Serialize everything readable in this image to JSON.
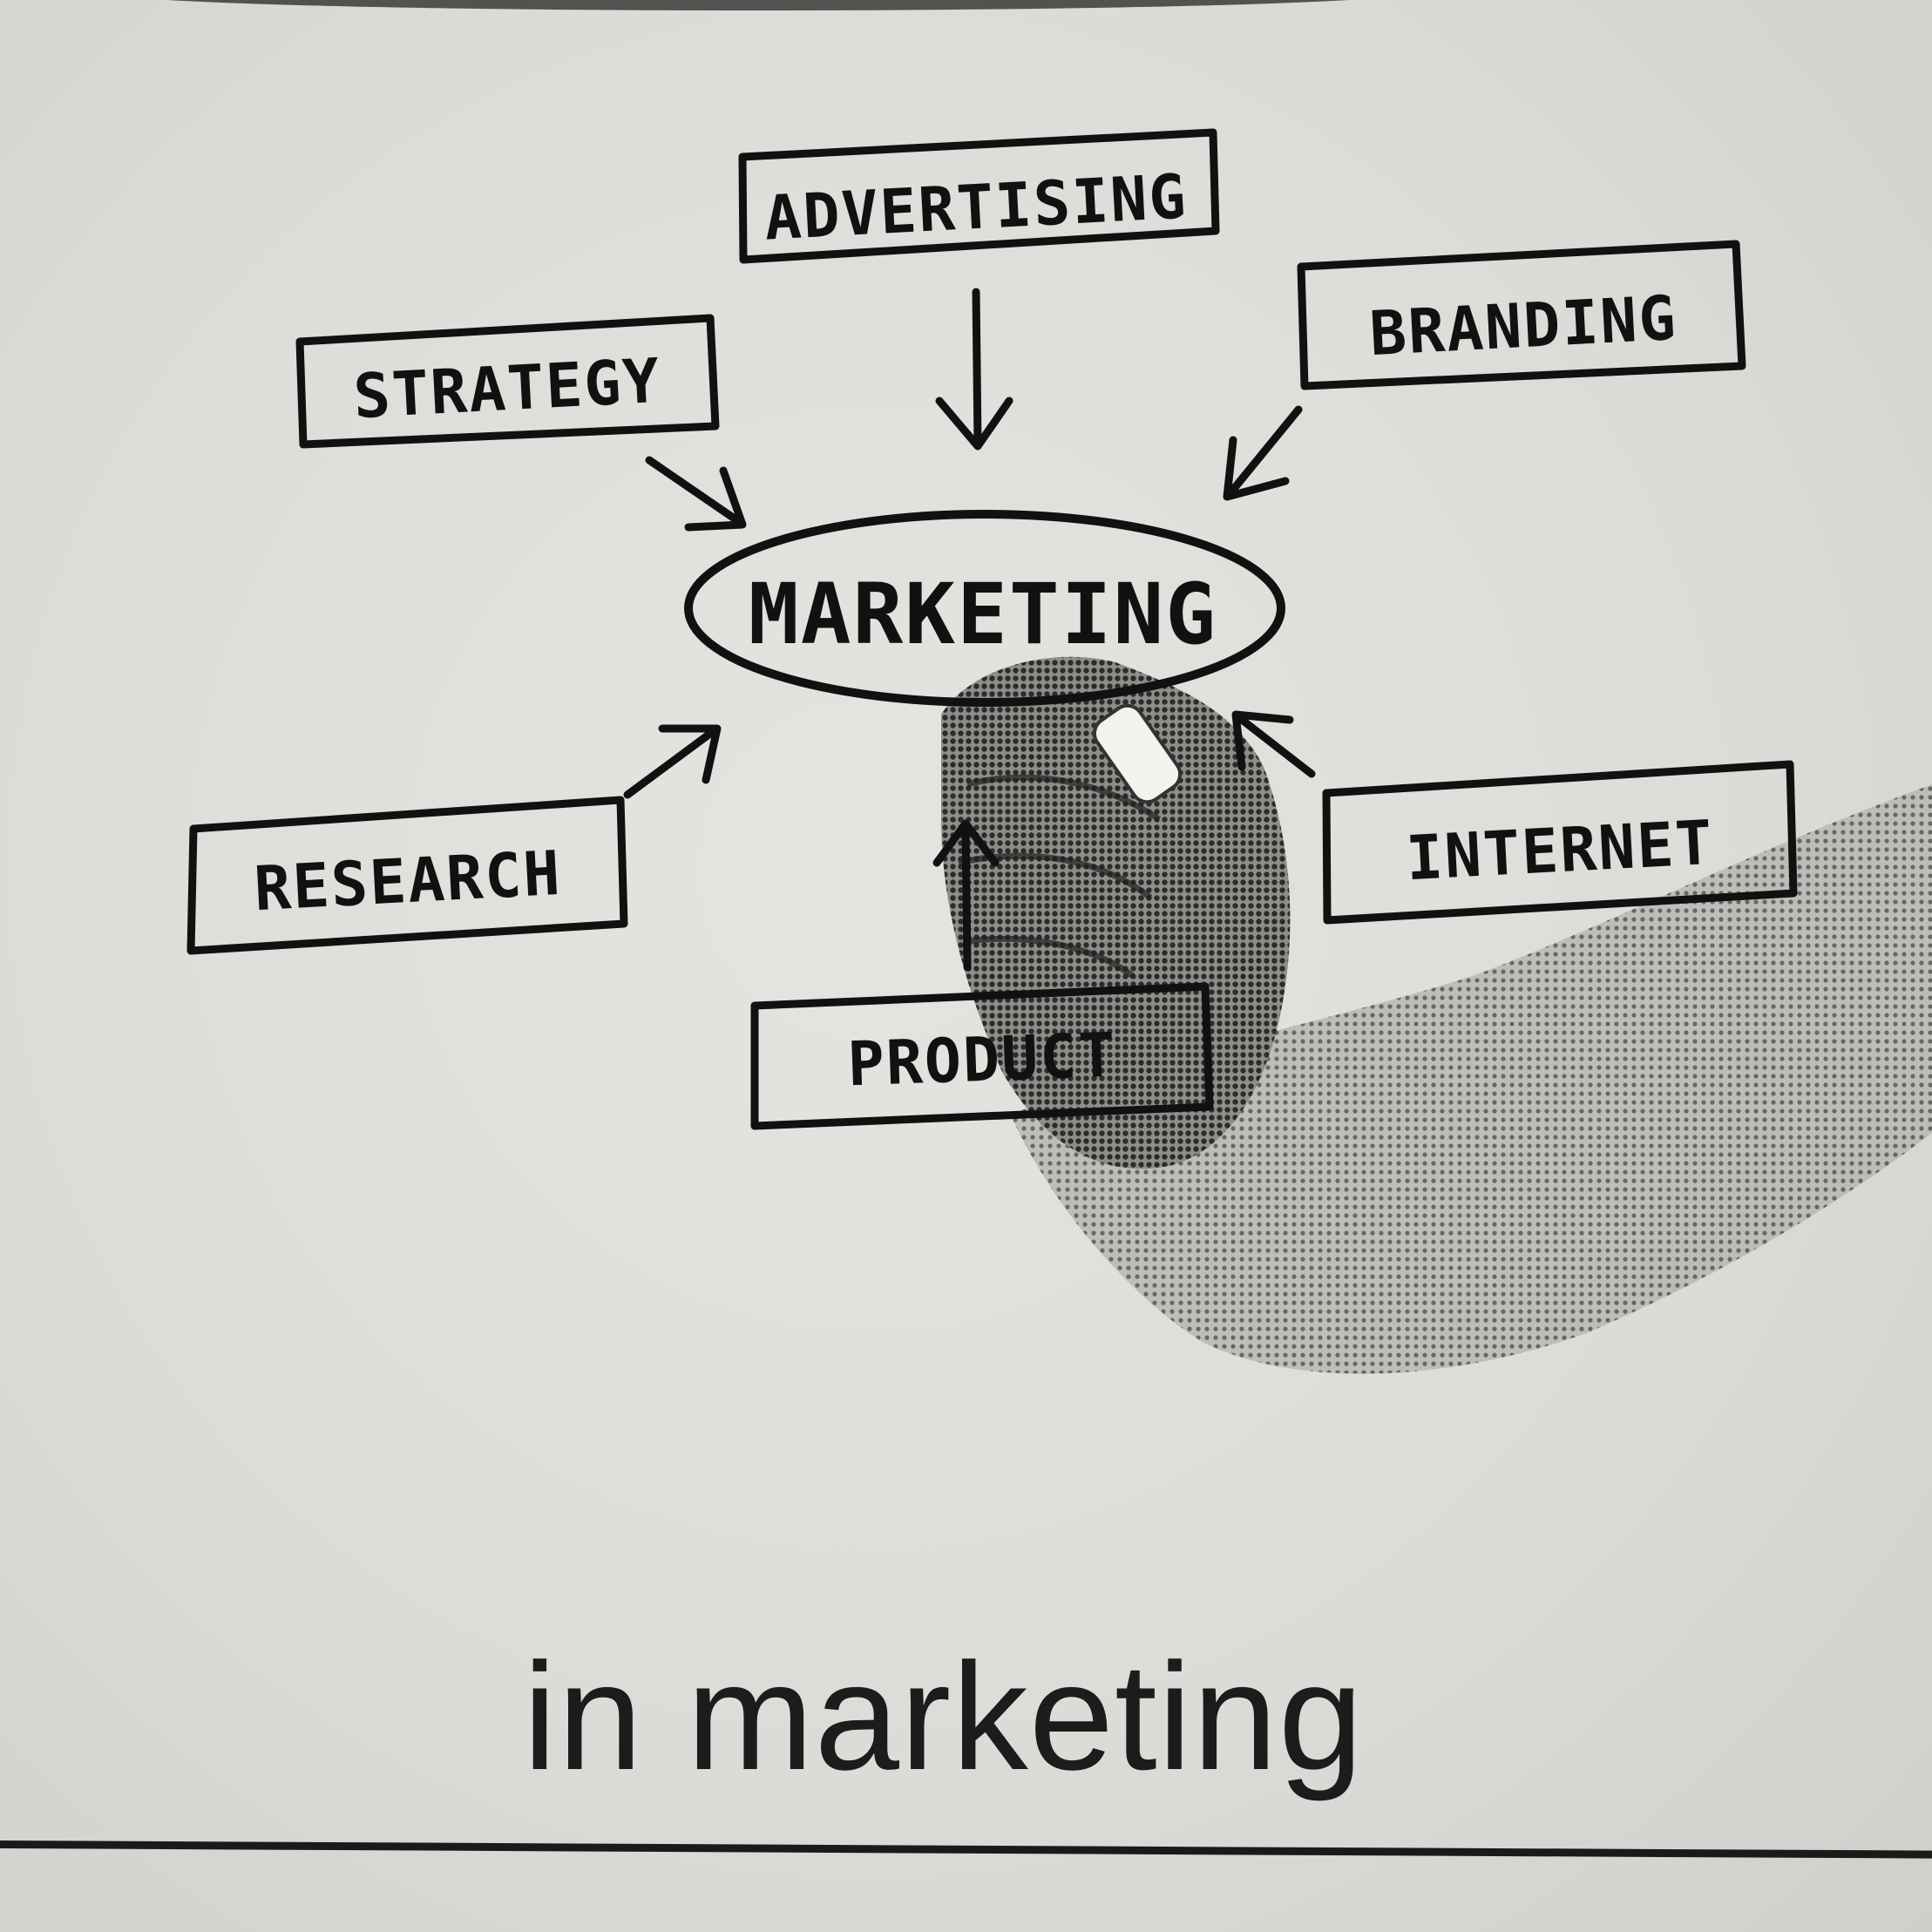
{
  "diagram": {
    "center": "MARKETING",
    "nodes": {
      "advertising": "ADVERTISING",
      "strategy": "STRATEGY",
      "branding": "BRANDING",
      "research": "RESEARCH",
      "internet": "INTERNET",
      "product": "PRODUCT"
    },
    "illustration": "hand-holding-marker"
  },
  "caption": "in marketing"
}
